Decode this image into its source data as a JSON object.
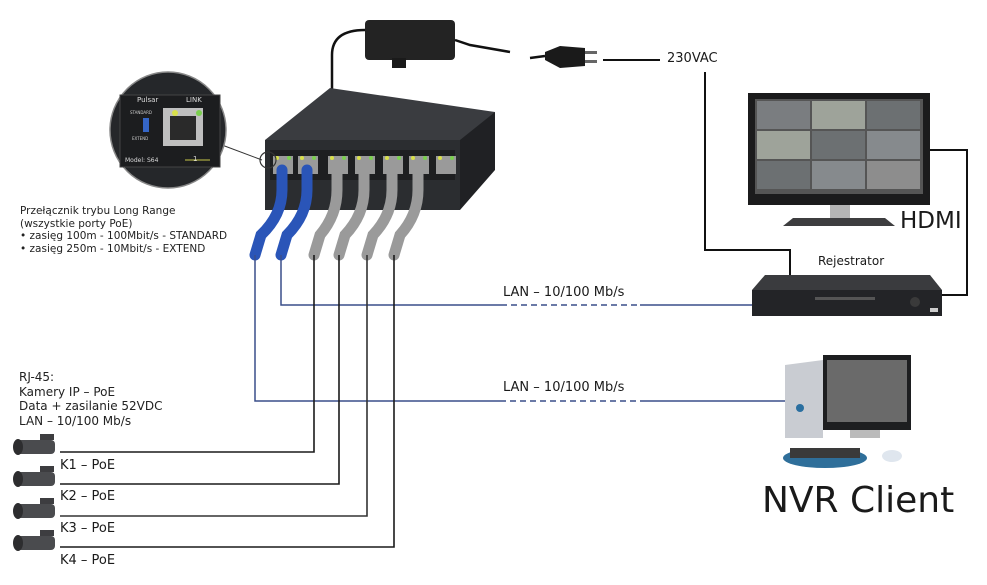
{
  "power": {
    "voltage_label": "230VAC"
  },
  "switch": {
    "brand": "Pulsar",
    "model_label": "Model: S64",
    "link_label": "LINK",
    "port_number": "1",
    "dip_top": "STANDARD",
    "dip_bottom": "EXTEND"
  },
  "mode_switch_note": {
    "line1": "Przełącznik trybu Long Range",
    "line2": "(wszystkie porty PoE)",
    "line3": "• zasięg 100m - 100Mbit/s - STANDARD",
    "line4": "• zasięg 250m - 10Mbit/s - EXTEND"
  },
  "rj45_note": {
    "line1": "RJ-45:",
    "line2": "Kamery IP – PoE",
    "line3": "Data + zasilanie 52VDC",
    "line4": "LAN – 10/100 Mb/s"
  },
  "cameras": [
    {
      "label": "K1 – PoE"
    },
    {
      "label": "K2 – PoE"
    },
    {
      "label": "K3 – PoE"
    },
    {
      "label": "K4 – PoE"
    }
  ],
  "links": {
    "recorder_lan": "LAN – 10/100 Mb/s",
    "client_lan": "LAN – 10/100 Mb/s",
    "hdmi": "HDMI"
  },
  "recorder": {
    "label": "Rejestrator"
  },
  "client": {
    "label": "NVR Client"
  },
  "colors": {
    "blue_cable": "#2a55b8",
    "gray_cable": "#9a9a9a",
    "lan_line": "#3a4f8a",
    "black_line": "#1a1a1a",
    "device_dark": "#2b2d30"
  }
}
